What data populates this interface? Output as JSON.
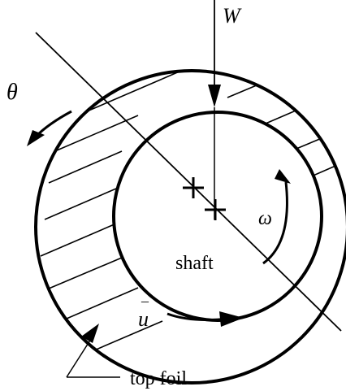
{
  "labels": {
    "load": "W",
    "angle": "θ",
    "rotation": "ω",
    "shaft": "shaft",
    "velocity": "u",
    "velocity_bar": "–",
    "top_foil": "top foil"
  },
  "colors": {
    "ink": "#000000",
    "background": "#ffffff"
  }
}
